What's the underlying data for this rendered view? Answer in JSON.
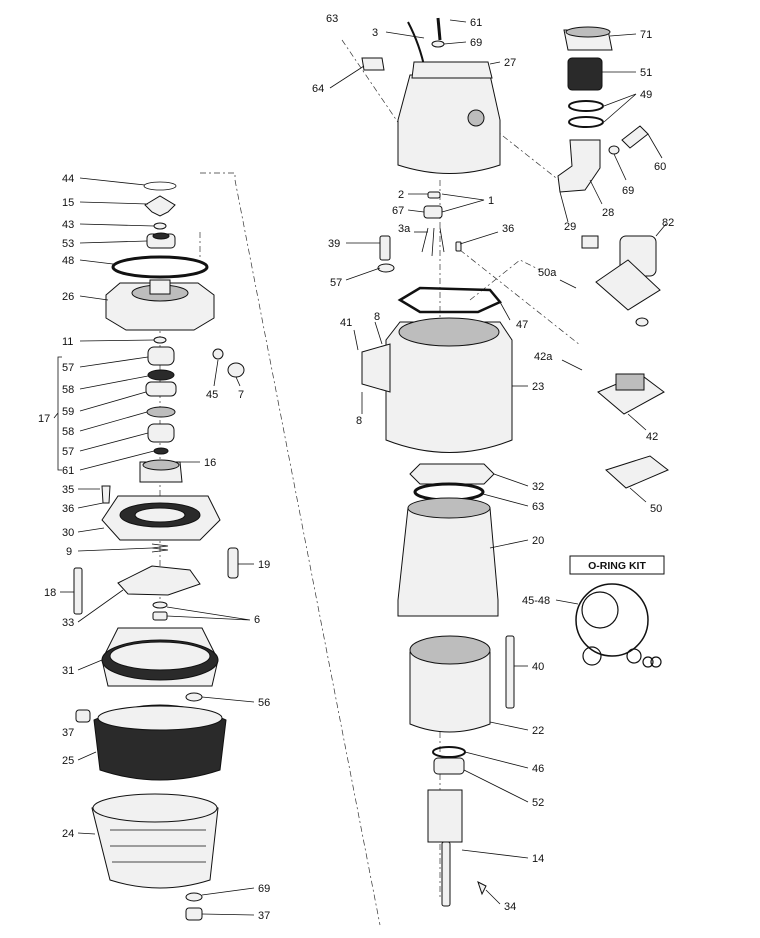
{
  "labels": {
    "l44": "44",
    "l15": "15",
    "l43": "43",
    "l53": "53",
    "l48": "48",
    "l26": "26",
    "l11": "11",
    "l57a": "57",
    "l58a": "58",
    "l59": "59",
    "l58b": "58",
    "l57b": "57",
    "l61a": "61",
    "l17": "17",
    "l16": "16",
    "l35": "35",
    "l36a": "36",
    "l30": "30",
    "l9": "9",
    "l19": "19",
    "l18": "18",
    "l33": "33",
    "l6": "6",
    "l31": "31",
    "l56": "56",
    "l37a": "37",
    "l25": "25",
    "l24": "24",
    "l69c": "69",
    "l37b": "37",
    "l45": "45",
    "l7": "7",
    "l63": "63",
    "l3": "3",
    "l61b": "61",
    "l69a": "69",
    "l64": "64",
    "l27": "27",
    "l2": "2",
    "l1": "1",
    "l67": "67",
    "l39": "39",
    "l3a": "3a",
    "l36b": "36",
    "l57c": "57",
    "l47": "47",
    "l41": "41",
    "l8a": "8",
    "l8b": "8",
    "l23": "23",
    "l32": "32",
    "l63b": "63",
    "l20": "20",
    "l40": "40",
    "l22": "22",
    "l46": "46",
    "l52": "52",
    "l14": "14",
    "l34": "34",
    "l71": "71",
    "l51": "51",
    "l49": "49",
    "l60": "60",
    "l69b": "69",
    "l29": "29",
    "l28": "28",
    "l82": "82",
    "l50a": "50a",
    "l42a": "42a",
    "l42": "42",
    "l50": "50",
    "l4548": "45-48"
  },
  "oring_kit": {
    "title": "O-RING KIT"
  }
}
